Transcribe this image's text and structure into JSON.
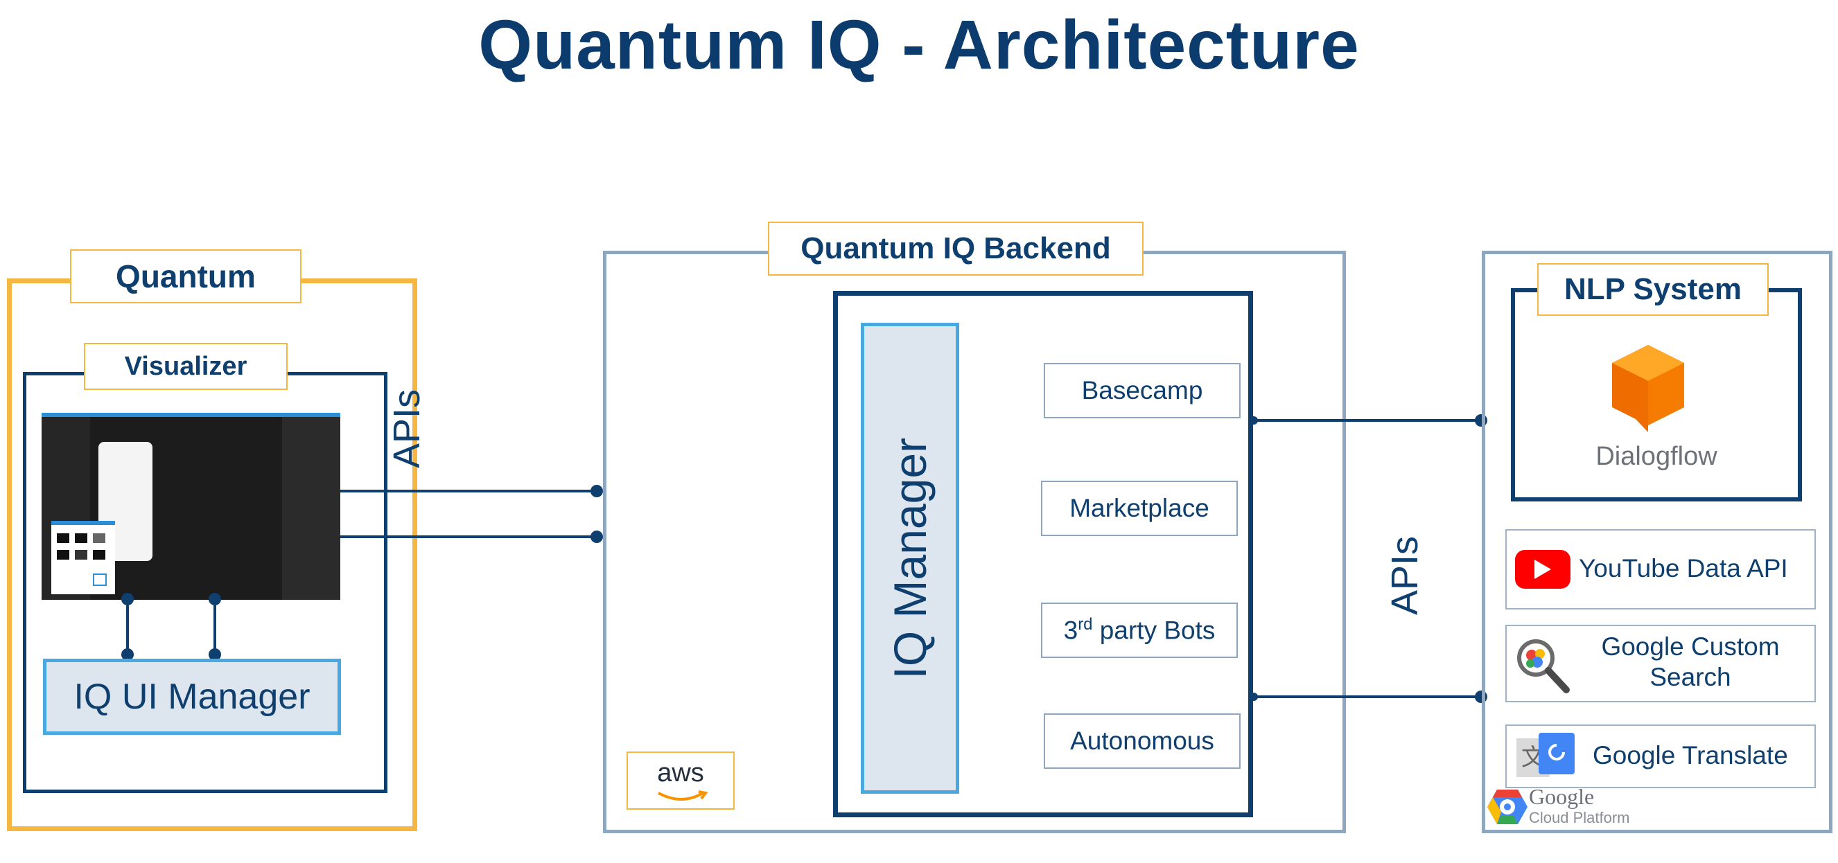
{
  "title": "Quantum IQ - Architecture",
  "quantum": {
    "label": "Quantum",
    "visualizer_label": "Visualizer",
    "ui_manager": "IQ UI Manager",
    "apis_label": "APIs"
  },
  "backend": {
    "label": "Quantum IQ Backend",
    "iq_manager": "IQ Manager",
    "services": [
      "Basecamp",
      "Marketplace",
      "3rd party Bots",
      "Autonomous"
    ],
    "services_rd_base": "3",
    "services_rd_sup": "rd",
    "services_rd_rest": " party Bots",
    "aws_label": "aws",
    "apis_label": "APIs"
  },
  "nlp": {
    "label": "NLP System",
    "dialogflow": "Dialogflow",
    "youtube": "YouTube Data API",
    "custom_search_line1": "Google Custom",
    "custom_search_line2": "Search",
    "translate": "Google Translate",
    "gcp_line1": "Google",
    "gcp_line2": "Cloud Platform"
  },
  "colors": {
    "navy": "#0e3f6e",
    "orange": "#f6b642",
    "slate": "#8ea6bf",
    "light_blue": "#4aa8e0",
    "manager_fill": "#dde5ee"
  },
  "icons": [
    "play-icon",
    "magnifier-icon",
    "translate-icon",
    "dialogflow-icon",
    "aws-smile-icon",
    "gcp-hexagon-icon"
  ]
}
